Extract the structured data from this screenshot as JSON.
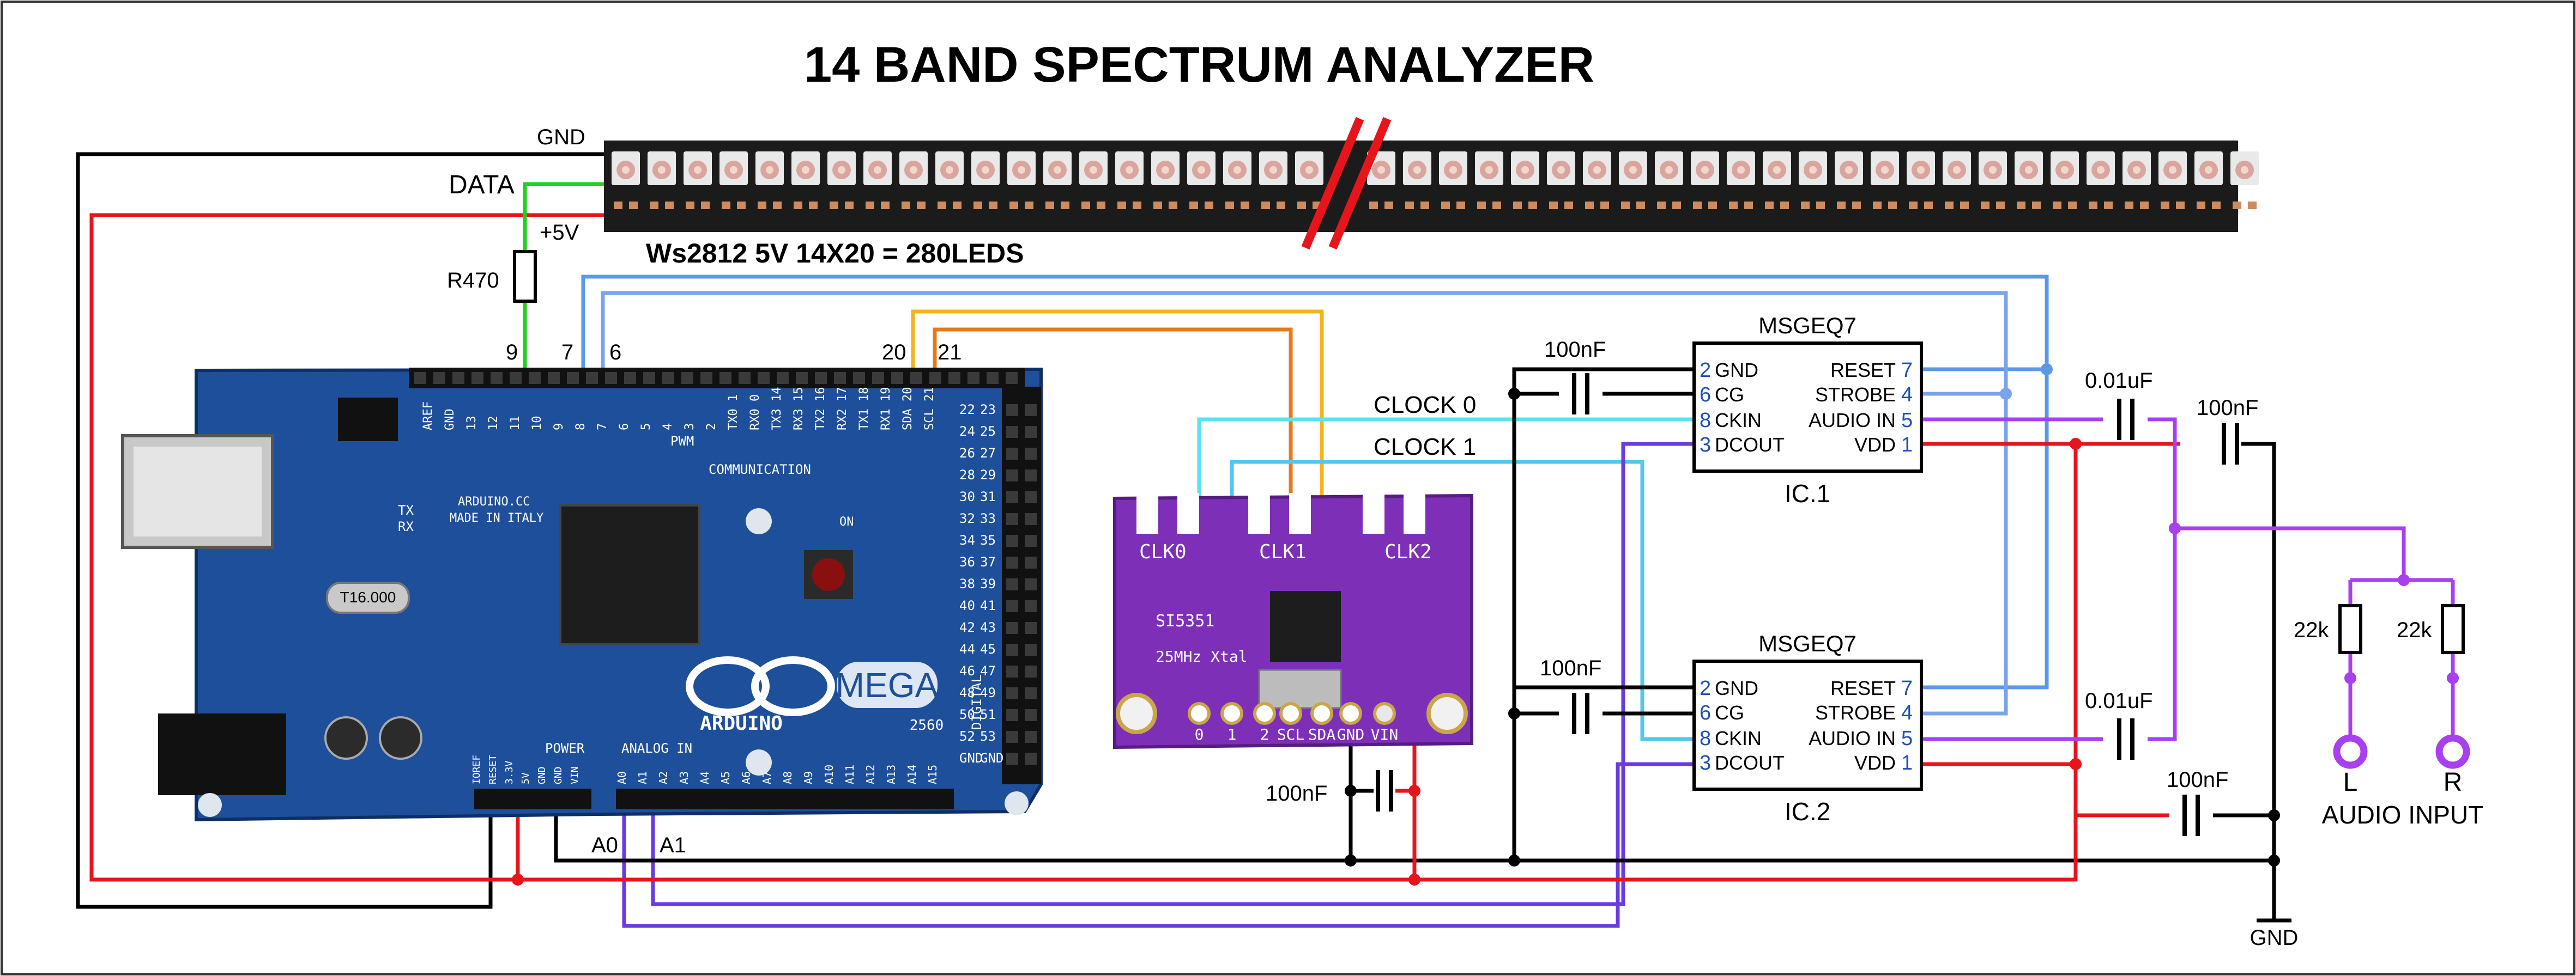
{
  "title": "14 BAND SPECTRUM ANALYZER",
  "led_strip": {
    "gnd_label": "GND",
    "data_label": "DATA",
    "v5_label": "+5V",
    "caption": "Ws2812 5V  14X20 = 280LEDS",
    "resistor": "R470"
  },
  "arduino": {
    "pin_9": "9",
    "pin_7": "7",
    "pin_6": "6",
    "pin_20": "20",
    "pin_21": "21",
    "pin_a0": "A0",
    "pin_a1": "A1",
    "board_text": "ARDUINO",
    "model": "MEGA",
    "model_sub": "2560",
    "top_header": [
      "AREF",
      "GND",
      "13",
      "12",
      "11",
      "10",
      "9",
      "8",
      "7",
      "6",
      "5",
      "4",
      "3",
      "2",
      "TX0 1",
      "RX0 0",
      "TX3 14",
      "RX3 15",
      "TX2 16",
      "RX2 17",
      "TX1 18",
      "RX1 19",
      "SDA 20",
      "SCL 21"
    ],
    "right_header": [
      "22",
      "24",
      "26",
      "28",
      "30",
      "32",
      "34",
      "36",
      "38",
      "40",
      "42",
      "44",
      "46",
      "48",
      "50",
      "52",
      "GND"
    ],
    "right_header_b": [
      "23",
      "25",
      "27",
      "29",
      "31",
      "33",
      "35",
      "37",
      "39",
      "41",
      "43",
      "45",
      "47",
      "49",
      "51",
      "53",
      "GND"
    ],
    "power_header": [
      "IOREF",
      "RESET",
      "3.3V",
      "5V",
      "GND",
      "GND",
      "VIN"
    ],
    "analog_header": [
      "A0",
      "A1",
      "A2",
      "A3",
      "A4",
      "A5",
      "A6",
      "A7",
      "A8",
      "A9",
      "A10",
      "A11",
      "A12",
      "A13",
      "A14",
      "A15"
    ],
    "silk_pwm": "PWM",
    "silk_comm": "COMMUNICATION",
    "silk_power": "POWER",
    "silk_analog": "ANALOG IN",
    "silk_digital": "DIGITAL",
    "silk_url": "ARDUINO.CC",
    "silk_made": "MADE IN ITALY",
    "silk_tx": "TX",
    "silk_rx": "RX",
    "silk_on": "ON",
    "crystal": "T16.000"
  },
  "si5351": {
    "clk0": "CLK0",
    "clk1": "CLK1",
    "clk2": "CLK2",
    "chip": "SI5351",
    "xtal": "25MHz Xtal",
    "pins": [
      "0",
      "1",
      "2",
      "SCL",
      "SDA",
      "GND",
      "VIN"
    ],
    "cap": "100nF"
  },
  "clock_labels": {
    "clock0": "CLOCK 0",
    "clock1": "CLOCK 1"
  },
  "ic1": {
    "name": "MSGEQ7",
    "label": "IC.1",
    "left_pins": [
      {
        "num": "2",
        "name": "GND"
      },
      {
        "num": "6",
        "name": "CG"
      },
      {
        "num": "8",
        "name": "CKIN"
      },
      {
        "num": "3",
        "name": "DCOUT"
      }
    ],
    "right_pins": [
      {
        "name": "RESET",
        "num": "7"
      },
      {
        "name": "STROBE",
        "num": "4"
      },
      {
        "name": "AUDIO  IN",
        "num": "5"
      },
      {
        "name": "VDD",
        "num": "1"
      }
    ],
    "cap_left": "100nF",
    "cap_in": "0.01uF",
    "cap_vdd": "100nF"
  },
  "ic2": {
    "name": "MSGEQ7",
    "label": "IC.2",
    "left_pins": [
      {
        "num": "2",
        "name": "GND"
      },
      {
        "num": "6",
        "name": "CG"
      },
      {
        "num": "8",
        "name": "CKIN"
      },
      {
        "num": "3",
        "name": "DCOUT"
      }
    ],
    "right_pins": [
      {
        "name": "RESET",
        "num": "7"
      },
      {
        "name": "STROBE",
        "num": "4"
      },
      {
        "name": "AUDIO  IN",
        "num": "5"
      },
      {
        "name": "VDD",
        "num": "1"
      }
    ],
    "cap_left": "100nF",
    "cap_in": "0.01uF",
    "cap_vdd": "100nF"
  },
  "audio": {
    "r_left": "22k",
    "r_right": "22k",
    "left": "L",
    "right": "R",
    "caption": "AUDIO INPUT",
    "gnd": "GND"
  },
  "colors": {
    "gnd_wire": "#000000",
    "power_wire": "#e8141b",
    "data_wire": "#1fd11f",
    "strobe_wire": "#7aa3ec",
    "reset_wire": "#5c98e8",
    "sda_wire": "#f5b41a",
    "scl_wire": "#e87818",
    "clock0_wire": "#5ce1f0",
    "clock1_wire": "#52c7ec",
    "analog_wire": "#6a3ce0",
    "audio_wire": "#a83ff0",
    "arduino_board": "#1e4f9a",
    "si5351_board": "#7e2fb8",
    "led_strip": "#1e1e1e"
  }
}
